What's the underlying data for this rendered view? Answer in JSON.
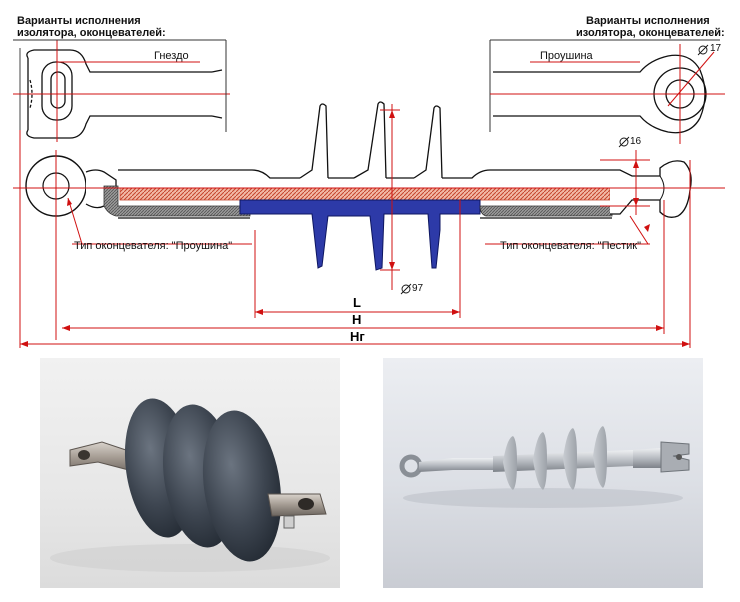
{
  "labels": {
    "variants_left_line1": "Варианты исполнения",
    "variants_left_line2": "изолятора, оконцевателей:",
    "variants_right_line1": "Варианты исполнения",
    "variants_right_line2": "изолятора, оконцевателей:",
    "socket": "Гнездо",
    "eye": "Проушина",
    "end_type_eye": "Тип оконцевателя: \"Проушина\"",
    "end_type_pin": "Тип оконцевателя: \"Пестик\"",
    "dia_17": "17",
    "dia_16": "16",
    "dia_97": "97",
    "dim_L": "L",
    "dim_H": "H",
    "dim_Hg": "Hг"
  },
  "colors": {
    "line": "#d01010",
    "core_hatch": "#e08a74",
    "housing": "#2d3aa8",
    "fitting": "#7a7a7a"
  }
}
